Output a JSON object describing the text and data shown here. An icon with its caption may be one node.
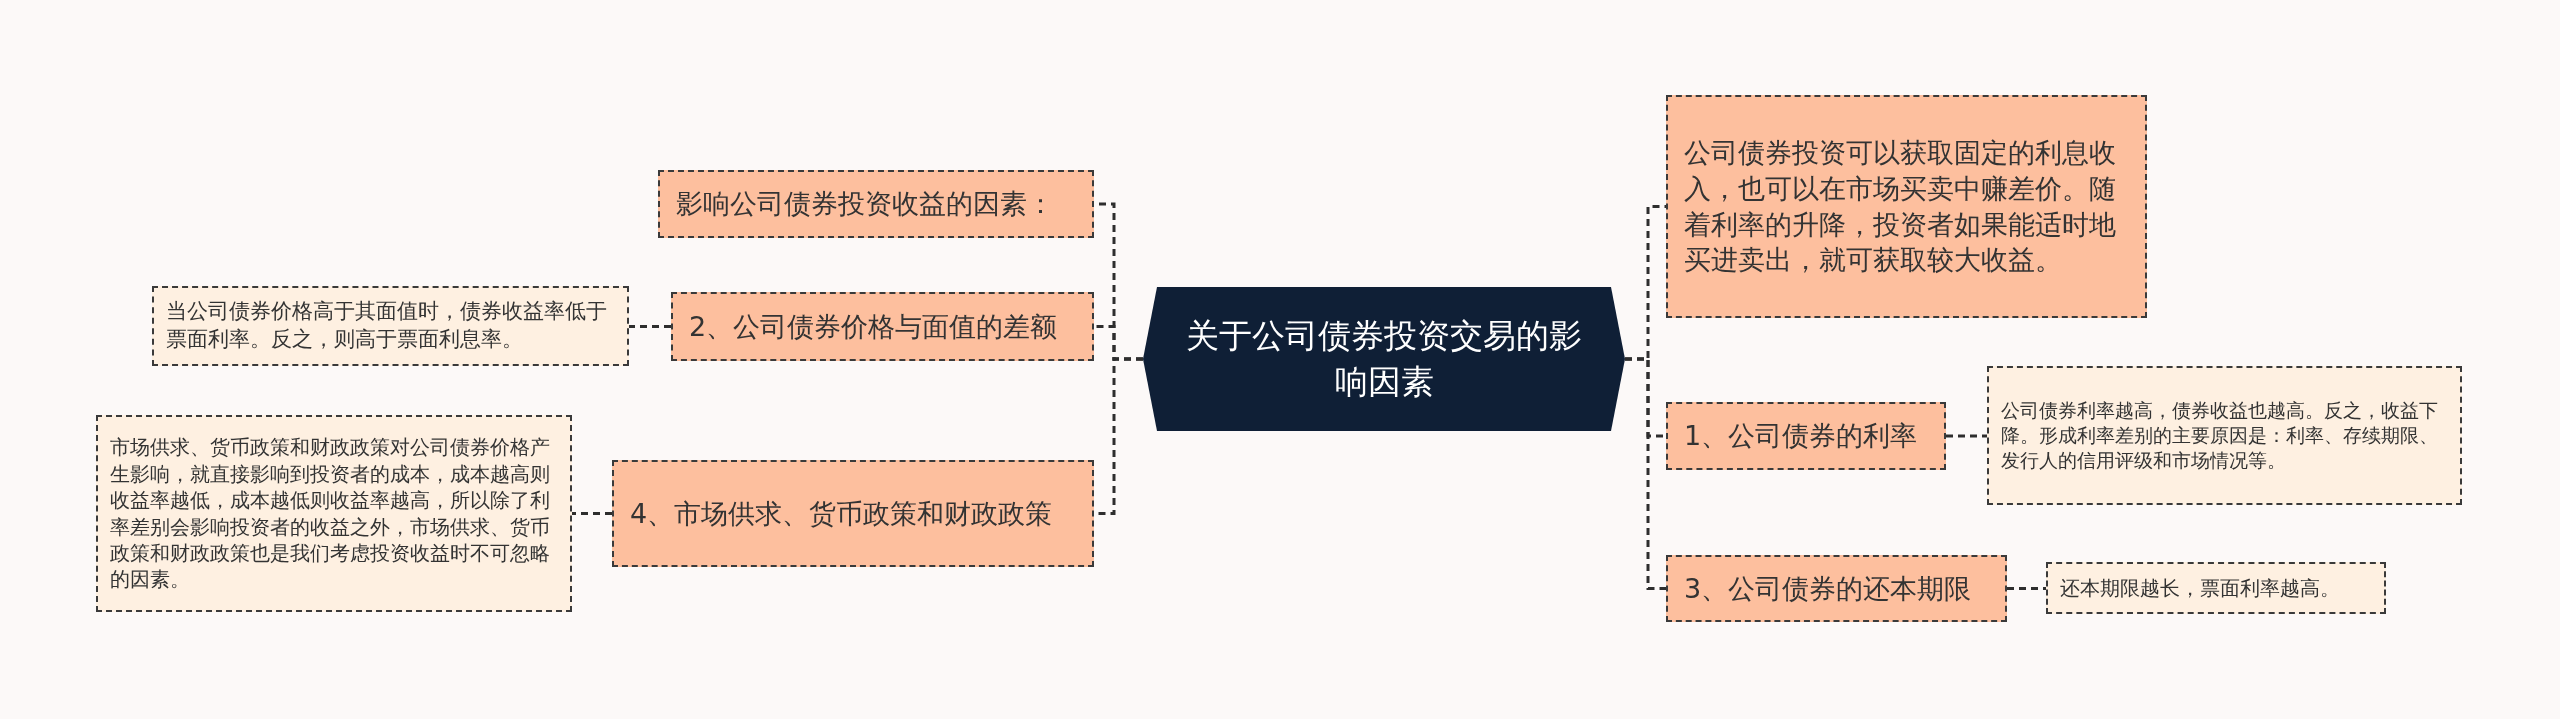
{
  "diagram": {
    "nodes": [
      {
        "text": [
          "关于公司债券投资交易的影响因素"
        ]
      },
      {
        "text": [
          "影响公司债券投资收益的因素："
        ]
      },
      {
        "text": [
          "2、公司债券价格与面值的差额"
        ]
      },
      {
        "text": [
          "当公司债券价格高于其面值时，债券收益率低于票面利率。反之，则高于票面利息率。"
        ]
      },
      {
        "text": [
          "4、市场供求、货币政策和财政政策"
        ]
      },
      {
        "text": [
          "市场供求、货币政策和财政政策对公司债券价格产生影响，就直接影响到投资者的成本，成本越高则收益率越低，成本越低则收益率越高，所以除了利率差别会影响投资者的收益之外，市场供求、货币政策和财政政策也是我们考虑投资收益时不可忽略的因素。"
        ]
      },
      {
        "text": [
          "公司债券投资可以获取固定的利息收入，也可以在市场买卖中赚差价。随着利率的升降，投资者如果能适时地买进卖出，就可获取较大收益。"
        ]
      },
      {
        "text": [
          "1、公司债券的利率"
        ]
      },
      {
        "text": [
          "公司债券利率越高，债券收益也越高。反之，收益下降。形成利率差别的主要原因是：利率、存续期限、发行人的信用评级和市场情况等。"
        ]
      },
      {
        "text": [
          "3、公司债券的还本期限"
        ]
      },
      {
        "text": [
          "还本期限越长，票面利率越高。"
        ]
      }
    ],
    "edges": [
      {
        "from": 0,
        "to": 1,
        "arrow": "none"
      },
      {
        "from": 0,
        "to": 2,
        "arrow": "none"
      },
      {
        "from": 0,
        "to": 4,
        "arrow": "none"
      },
      {
        "from": 0,
        "to": 6,
        "arrow": "none"
      },
      {
        "from": 0,
        "to": 7,
        "arrow": "none"
      },
      {
        "from": 0,
        "to": 9,
        "arrow": "none"
      },
      {
        "from": 2,
        "to": 3,
        "arrow": "none"
      },
      {
        "from": 4,
        "to": 5,
        "arrow": "none"
      },
      {
        "from": 7,
        "to": 8,
        "arrow": "none"
      },
      {
        "from": 9,
        "to": 10,
        "arrow": "none"
      }
    ]
  }
}
